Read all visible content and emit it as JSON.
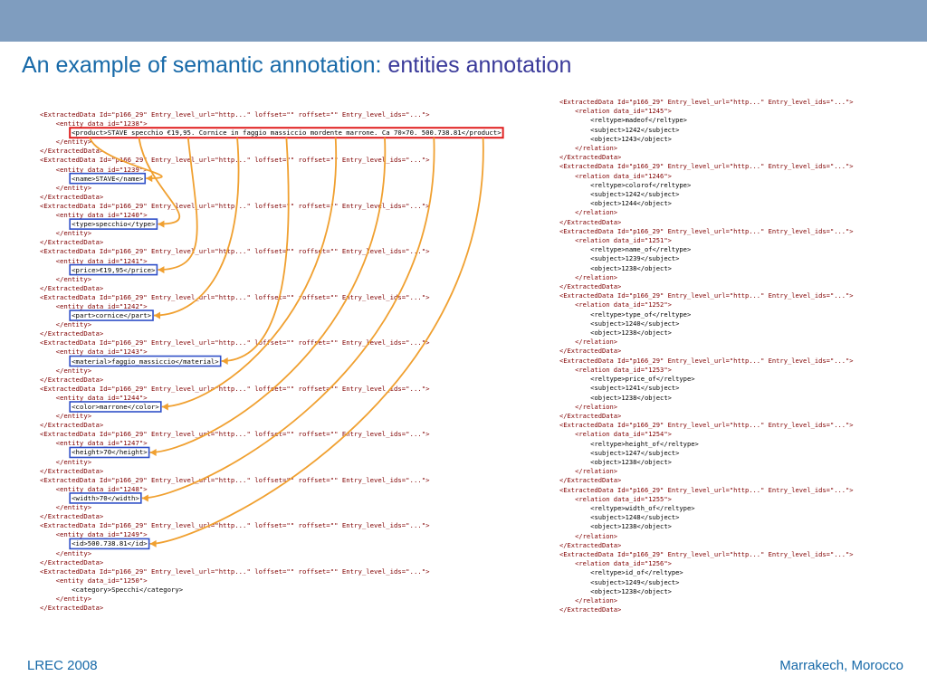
{
  "slide": {
    "title_main": "An example of semantic annotation: ",
    "title_sub": "entities annotation",
    "footer_left": "LREC 2008",
    "footer_right": "Marrakech, Morocco"
  },
  "colors": {
    "header_bar": "#7f9dbf",
    "title": "#1769a8",
    "product_box": "#e02020",
    "entity_box": "#3050c8",
    "arrow": "#f0a030"
  },
  "left_code": {
    "extracted_open": "<ExtractedData Id=\"p166_29\" Entry_level_url=\"http...\" loffset=\"\" roffset=\"\" Entry_level_ids=\"...\">",
    "product_line": "<product>STAVE specchio €19,95. Cornice in faggio massiccio mordente marrone. Ca 70×70. 500.738.81</product>",
    "entity_close": "</entity>",
    "extracted_close": "</ExtractedData>",
    "entities": [
      {
        "open": "<entity data_id=\"1238\">",
        "inner": ""
      },
      {
        "open": "<entity data_id=\"1239\">",
        "inner": "<name>STAVE</name>"
      },
      {
        "open": "<entity data_id=\"1240\">",
        "inner": "<type>specchio</type>"
      },
      {
        "open": "<entity data_id=\"1241\">",
        "inner": "<price>€19,95</price>"
      },
      {
        "open": "<entity data_id=\"1242\">",
        "inner": "<part>cornice</part>"
      },
      {
        "open": "<entity data_id=\"1243\">",
        "inner": "<material>faggio_massiccio</material>"
      },
      {
        "open": "<entity data_id=\"1244\">",
        "inner": "<color>marrone</color>"
      },
      {
        "open": "<entity data_id=\"1247\">",
        "inner": "<height>70</height>"
      },
      {
        "open": "<entity data_id=\"1248\">",
        "inner": "<width>70</width>"
      },
      {
        "open": "<entity data_id=\"1249\">",
        "inner": "<id>500.738.81</id>"
      },
      {
        "open": "<entity data_id=\"1250\">",
        "inner": "<category>Specchi</category>"
      }
    ]
  },
  "right_code": {
    "extracted_open": "<ExtractedData Id=\"p166_29\" Entry_level_url=\"http...\" Entry_level_ids=\"...\">",
    "relation_close": "</relation>",
    "extracted_close": "</ExtractedData>",
    "relations": [
      {
        "open": "<relation data_id=\"1245\">",
        "reltype": "<reltype>madeof</reltype>",
        "subject": "<subject>1242</subject>",
        "object": "<object>1243</object>"
      },
      {
        "open": "<relation data_id=\"1246\">",
        "reltype": "<reltype>colorof</reltype>",
        "subject": "<subject>1242</subject>",
        "object": "<object>1244</object>"
      },
      {
        "open": "<relation data_id=\"1251\">",
        "reltype": "<reltype>name_of</reltype>",
        "subject": "<subject>1239</subject>",
        "object": "<object>1238</object>"
      },
      {
        "open": "<relation data_id=\"1252\">",
        "reltype": "<reltype>type_of</reltype>",
        "subject": "<subject>1240</subject>",
        "object": "<object>1238</object>"
      },
      {
        "open": "<relation data_id=\"1253\">",
        "reltype": "<reltype>price_of</reltype>",
        "subject": "<subject>1241</subject>",
        "object": "<object>1238</object>"
      },
      {
        "open": "<relation data_id=\"1254\">",
        "reltype": "<reltype>height_of</reltype>",
        "subject": "<subject>1247</subject>",
        "object": "<object>1238</object>"
      },
      {
        "open": "<relation data_id=\"1255\">",
        "reltype": "<reltype>width_of</reltype>",
        "subject": "<subject>1248</subject>",
        "object": "<object>1238</object>"
      },
      {
        "open": "<relation data_id=\"1256\">",
        "reltype": "<reltype>id_of</reltype>",
        "subject": "<subject>1249</subject>",
        "object": "<object>1238</object>"
      }
    ]
  }
}
